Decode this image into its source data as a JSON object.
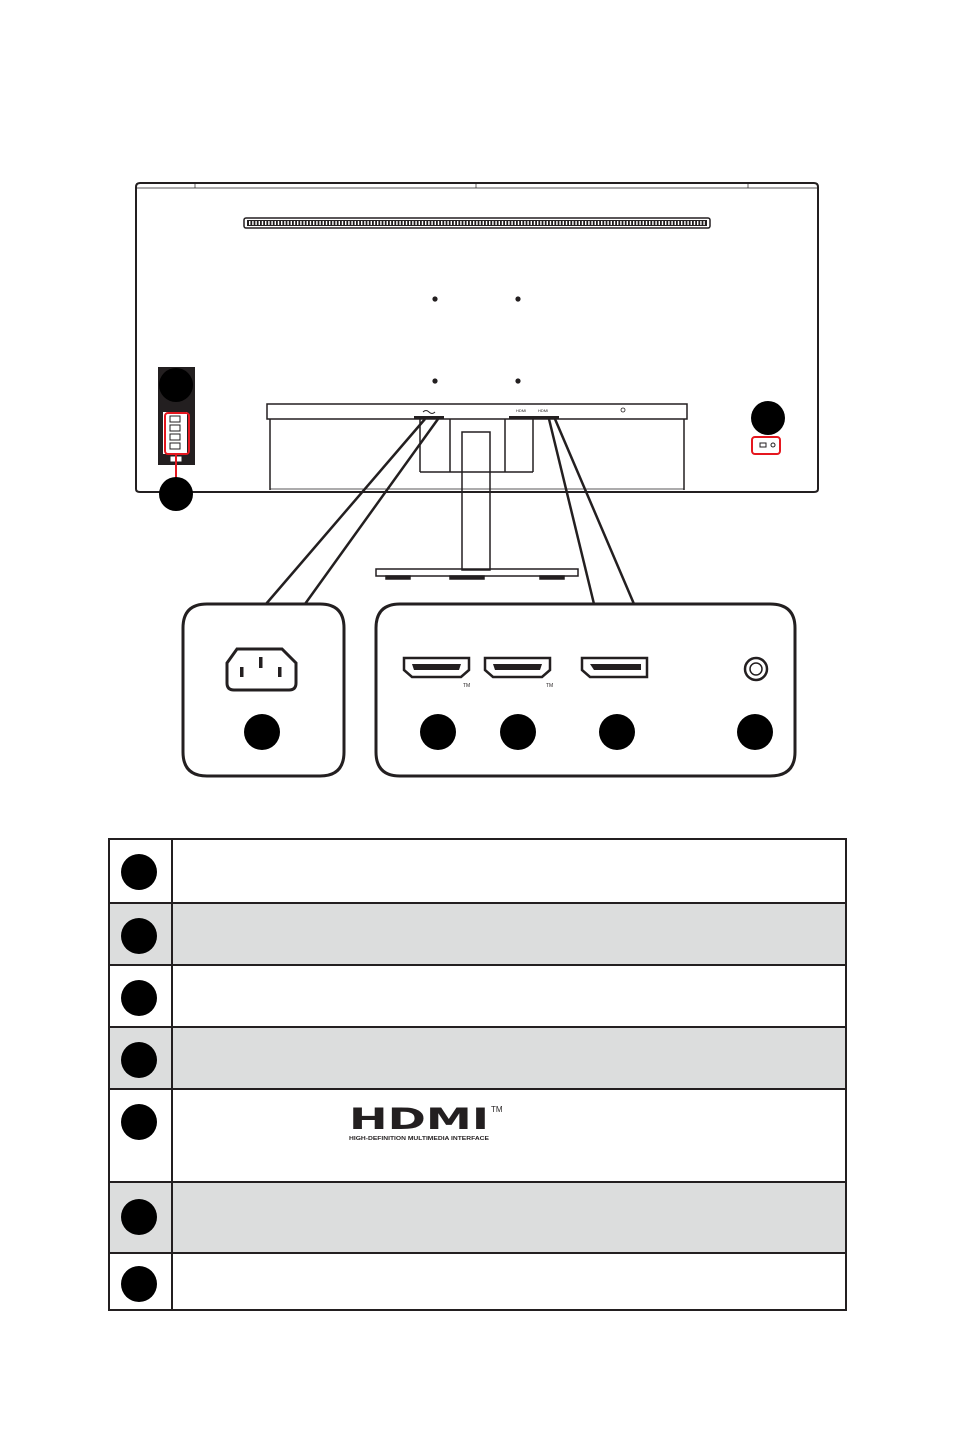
{
  "diagram": {
    "port_labels": {
      "hdmi_1": "HDMI",
      "hdmi_2": "HDMI"
    },
    "trademark": "TM"
  },
  "legend": {
    "rows": [
      {
        "shaded": false,
        "height": 62
      },
      {
        "shaded": true,
        "height": 62
      },
      {
        "shaded": false,
        "height": 62
      },
      {
        "shaded": true,
        "height": 62
      },
      {
        "shaded": false,
        "height": 93,
        "logo": true
      },
      {
        "shaded": true,
        "height": 71
      },
      {
        "shaded": false,
        "height": 61
      }
    ],
    "hdmi_logo": {
      "wordmark": "HDMI",
      "trademark": "TM",
      "tagline": "HIGH-DEFINITION MULTIMEDIA INTERFACE"
    }
  }
}
